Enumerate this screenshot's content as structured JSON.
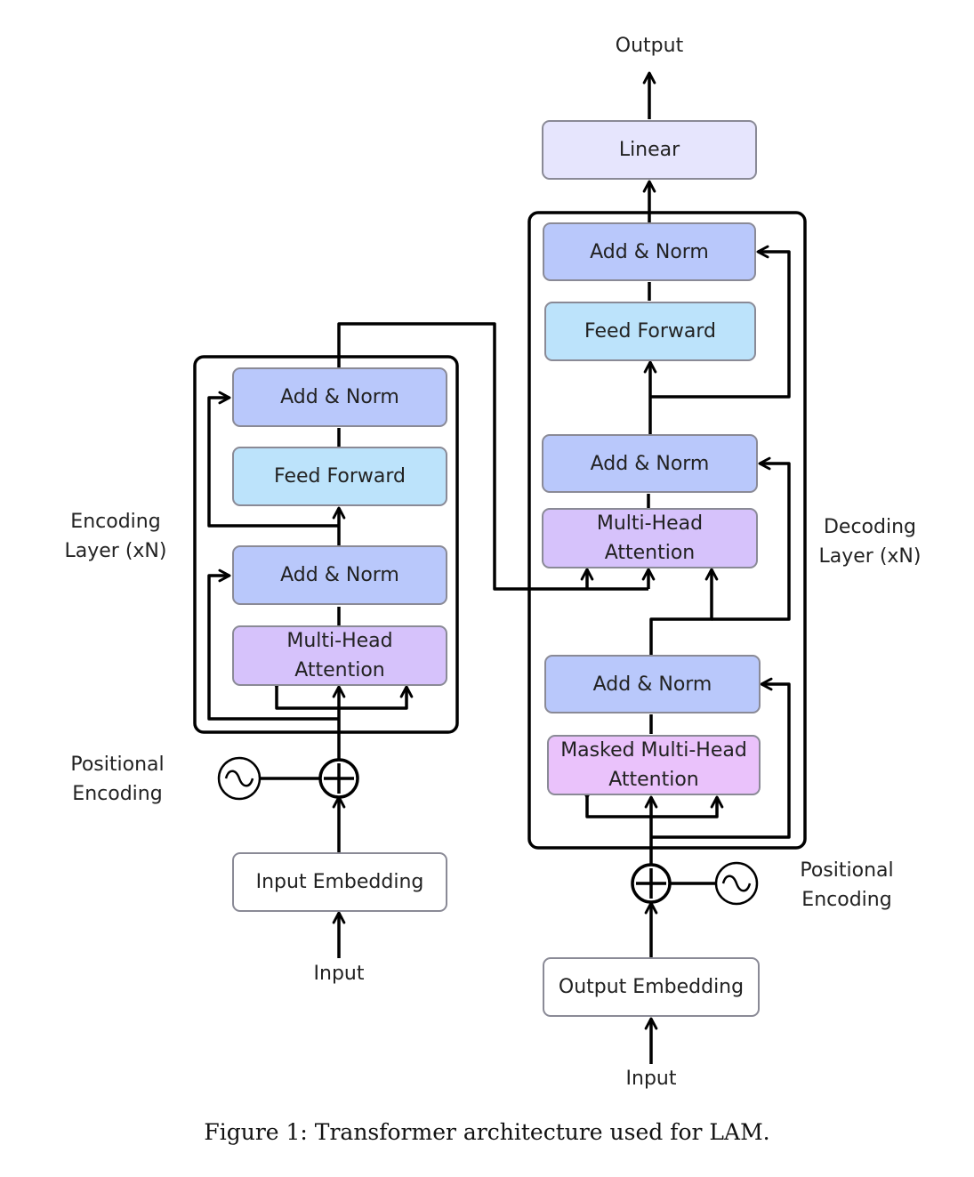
{
  "colors": {
    "add_norm": "#b9c8fb",
    "feed_forward": "#bce3fb",
    "multi_head": "#d6c2fb",
    "masked": "#eac2fb",
    "linear": "#e6e5fd",
    "embedding": "#ffffff",
    "line": "#000000"
  },
  "encoder": {
    "add_norm_top": "Add & Norm",
    "feed_forward": "Feed Forward",
    "add_norm_bottom": "Add & Norm",
    "attention": "Multi-Head\nAttention",
    "side_label": "Encoding\nLayer (xN)",
    "positional_label": "Positional\nEncoding",
    "embedding": "Input Embedding",
    "input": "Input"
  },
  "decoder": {
    "output": "Output",
    "linear": "Linear",
    "add_norm_top": "Add & Norm",
    "feed_forward": "Feed Forward",
    "add_norm_mid": "Add & Norm",
    "cross_attention": "Multi-Head\nAttention",
    "add_norm_bottom": "Add & Norm",
    "masked_attention": "Masked Multi-Head\nAttention",
    "side_label": "Decoding\nLayer (xN)",
    "positional_label": "Positional\nEncoding",
    "embedding": "Output Embedding",
    "input": "Input"
  },
  "caption": "Figure 1: Transformer architecture used for LAM."
}
